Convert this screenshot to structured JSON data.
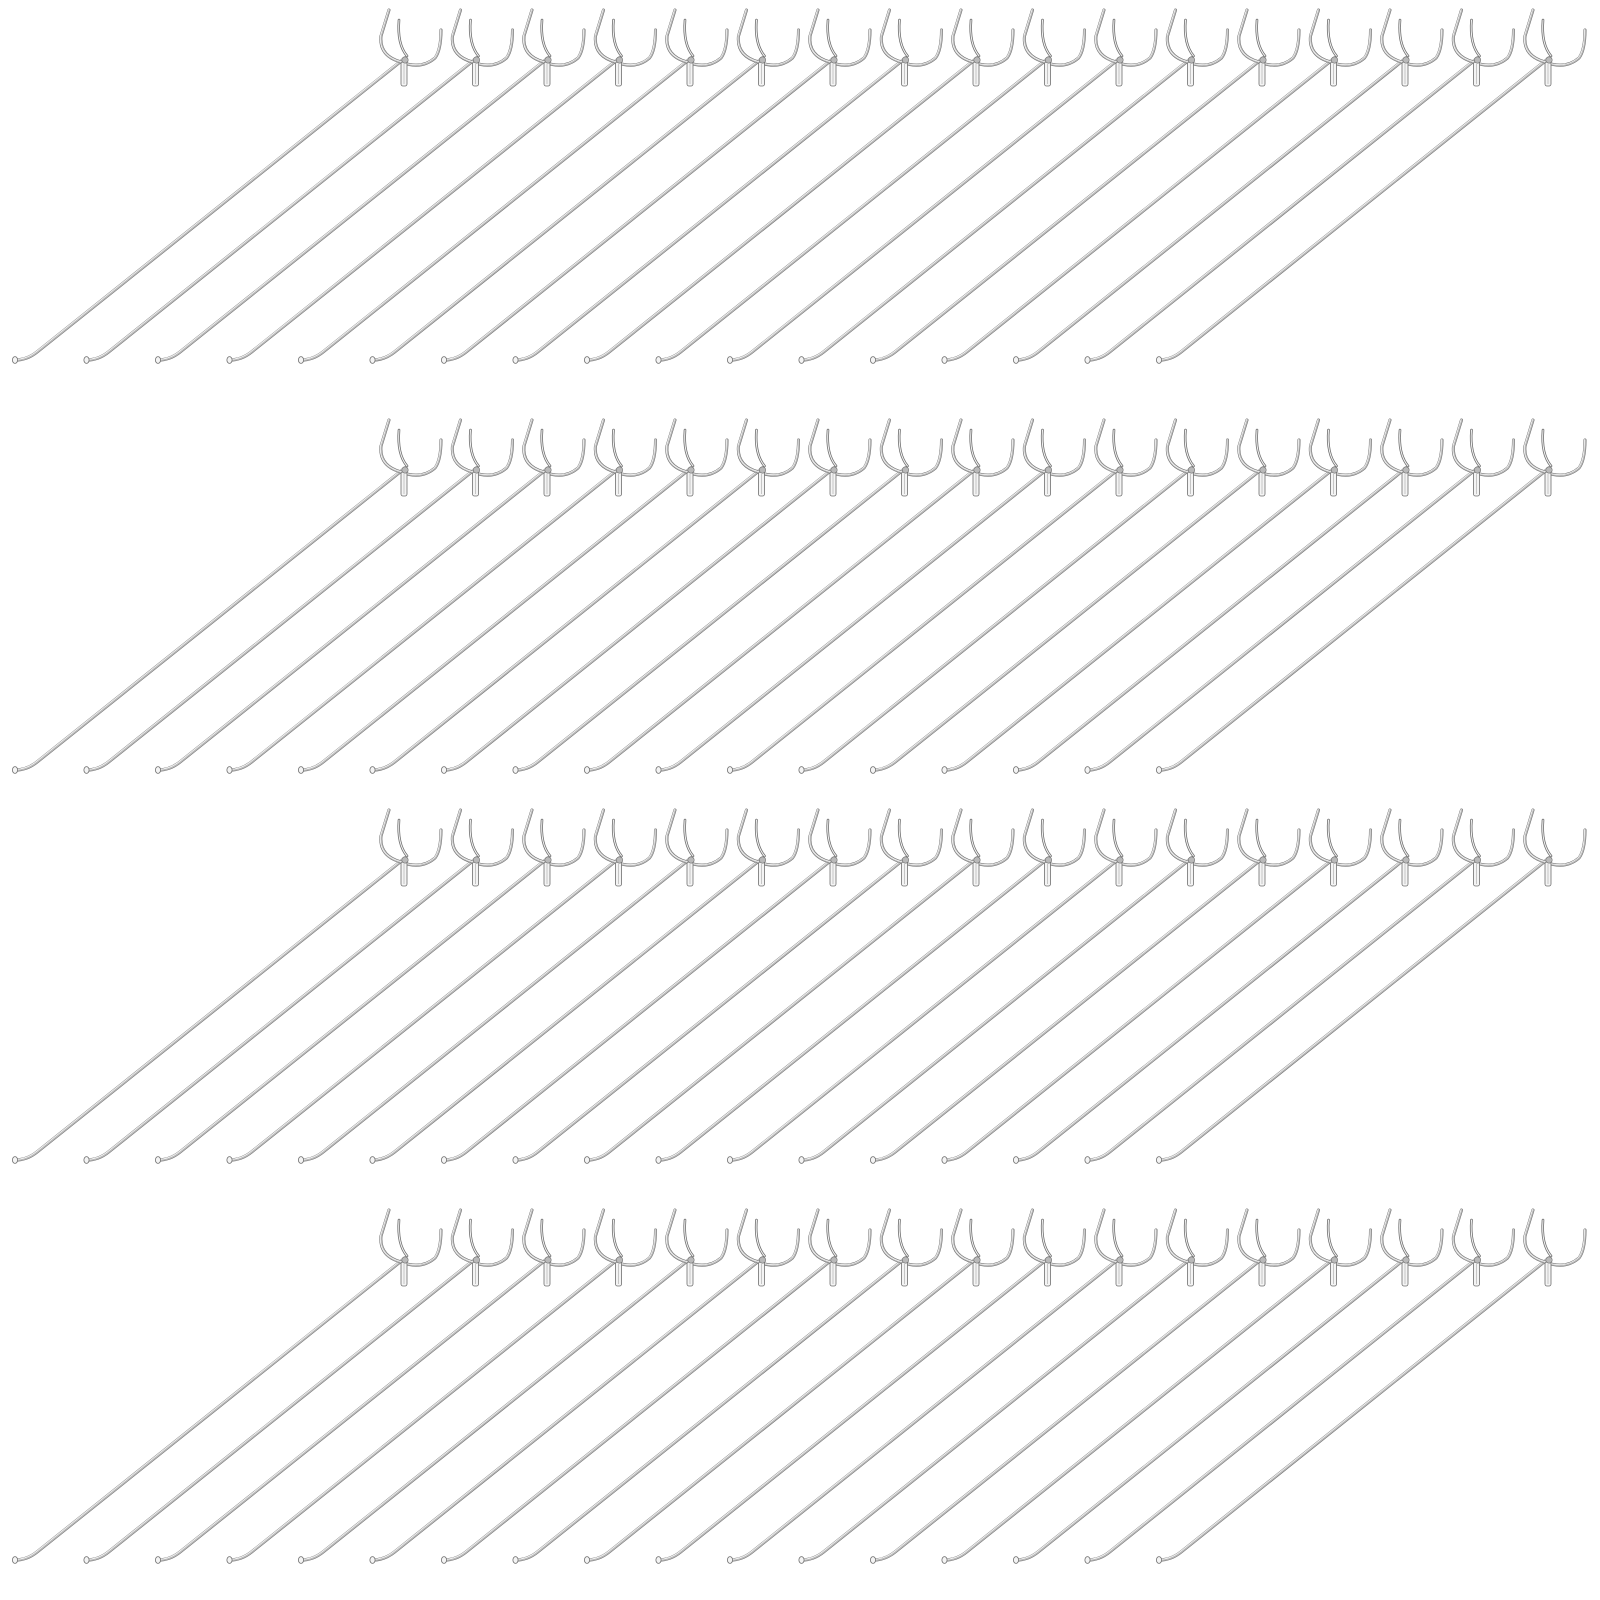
{
  "image": {
    "subject": "pegboard-hooks",
    "background_color": "#ffffff",
    "rows": 4,
    "hooks_per_row": 17,
    "metal_color_light": "#f4f4f4",
    "metal_color_mid": "#b9b9b9",
    "metal_color_dark": "#6f6f6f"
  }
}
